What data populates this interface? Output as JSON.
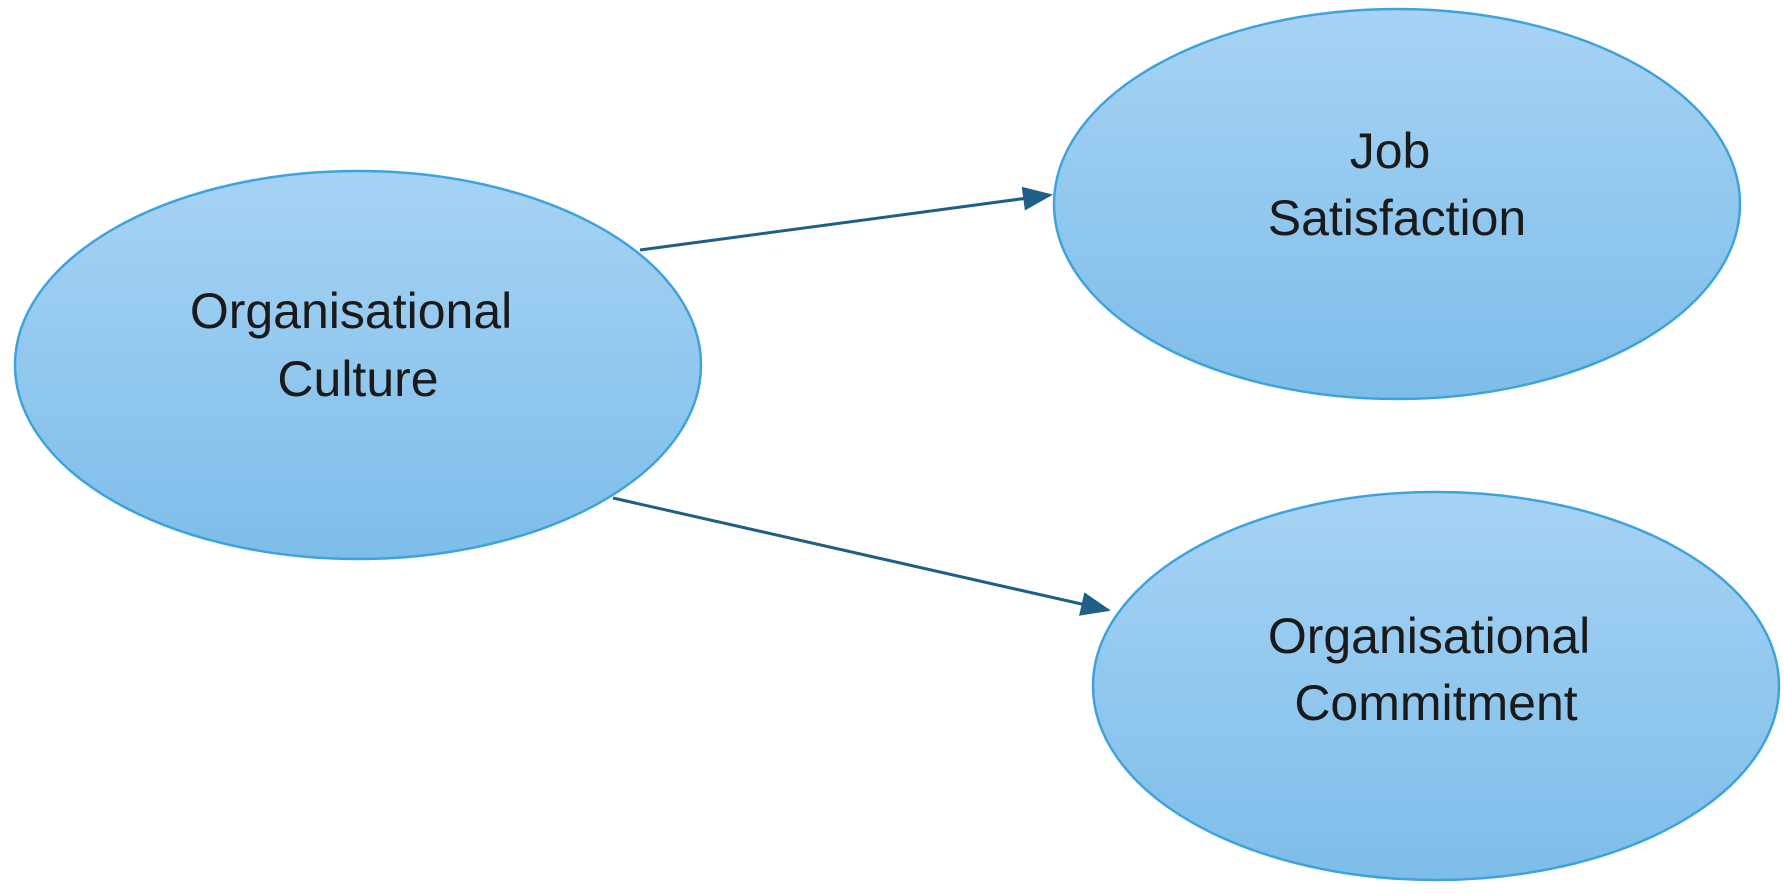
{
  "colors": {
    "node_fill_top": "#a6d3f4",
    "node_fill_bottom": "#7ebde9",
    "node_stroke": "#3ea3dc",
    "edge": "#1f5f87"
  },
  "nodes": {
    "culture": {
      "line1": "Organisational",
      "line2": "Culture"
    },
    "satisfaction": {
      "line1": "Job",
      "line2": "Satisfaction"
    },
    "commitment": {
      "line1": "Organisational",
      "line2": "Commitment"
    }
  }
}
